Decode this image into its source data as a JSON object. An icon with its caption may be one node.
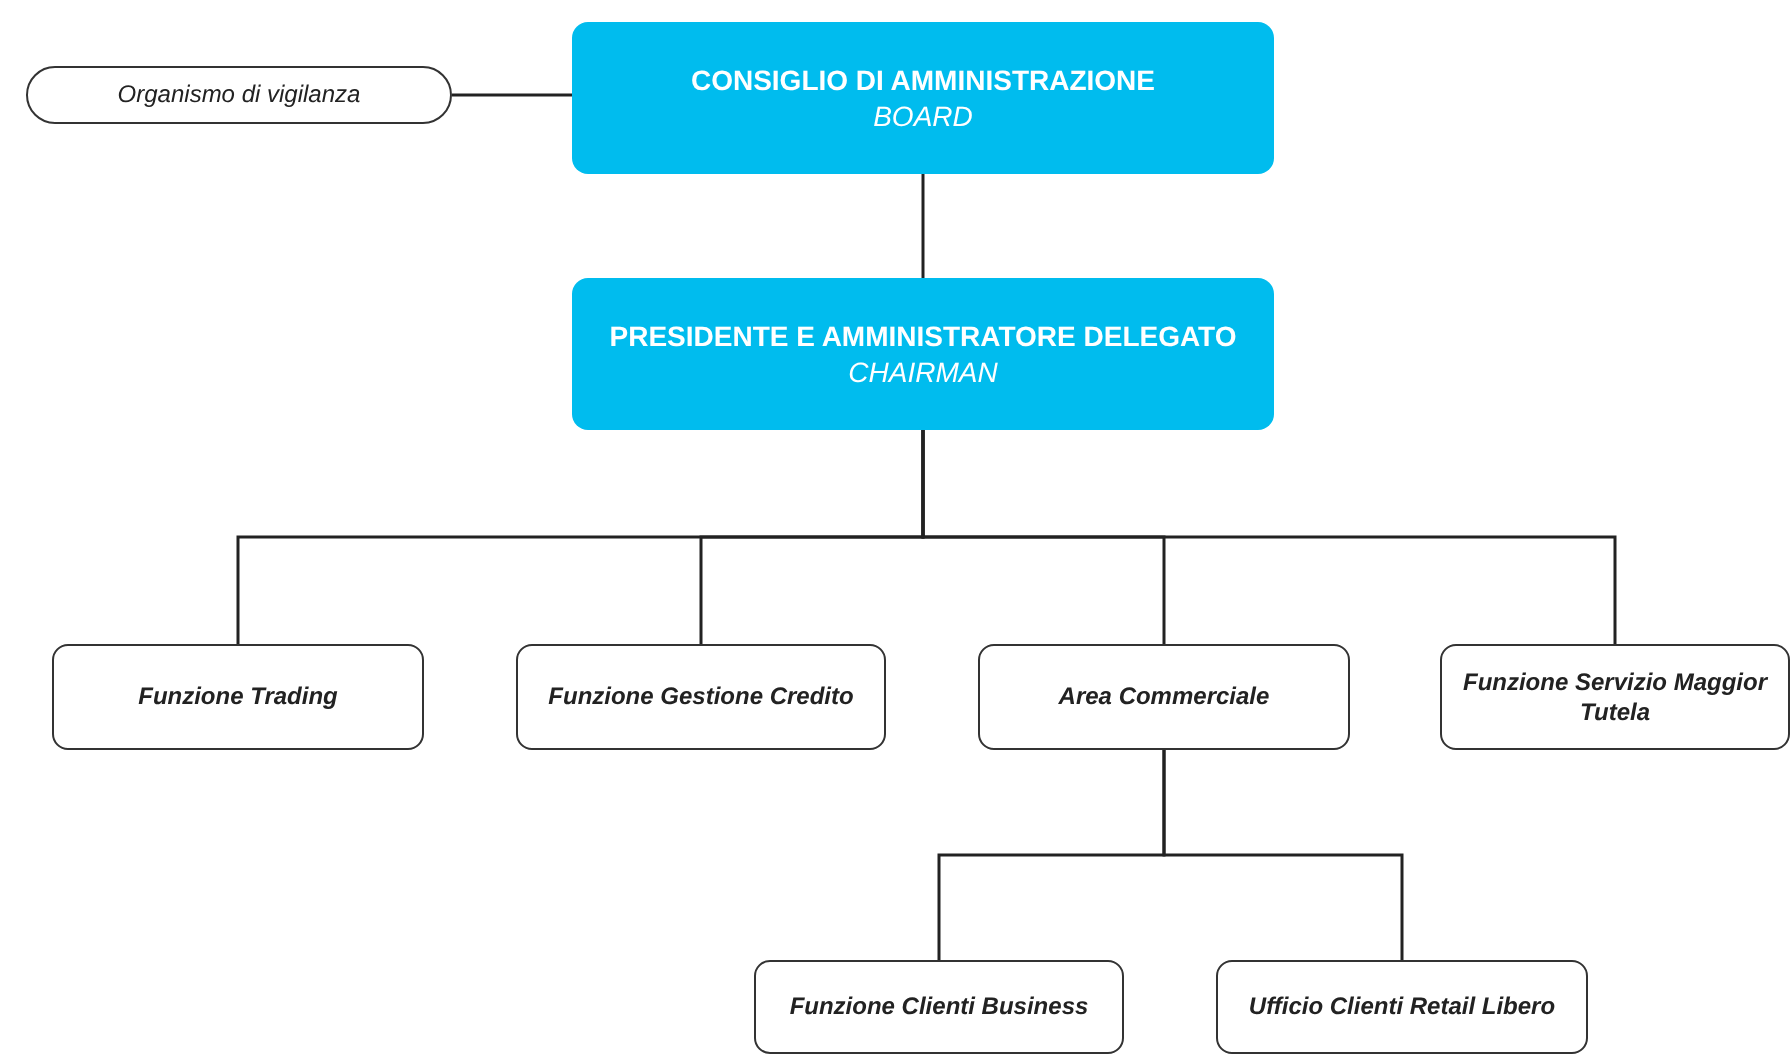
{
  "diagram": {
    "nodes": [
      {
        "text": [
          "Organismo di vigilanza"
        ]
      },
      {
        "text": [
          "CONSIGLIO DI AMMINISTRAZIONE",
          "BOARD"
        ]
      },
      {
        "text": [
          "PRESIDENTE E AMMINISTRATORE DELEGATO",
          "CHAIRMAN"
        ]
      },
      {
        "text": [
          "Funzione Trading"
        ]
      },
      {
        "text": [
          "Funzione Gestione Credito"
        ]
      },
      {
        "text": [
          "Area Commerciale"
        ]
      },
      {
        "text": [
          "Funzione Servizio Maggior Tutela"
        ]
      },
      {
        "text": [
          "Funzione Clienti Business"
        ]
      },
      {
        "text": [
          "Ufficio Clienti Retail Libero"
        ]
      }
    ],
    "edges": [
      {
        "from": 0,
        "to": 1,
        "arrow": "none"
      },
      {
        "from": 1,
        "to": 2,
        "arrow": "none"
      },
      {
        "from": 2,
        "to": 3,
        "arrow": "none"
      },
      {
        "from": 2,
        "to": 4,
        "arrow": "none"
      },
      {
        "from": 2,
        "to": 5,
        "arrow": "none"
      },
      {
        "from": 2,
        "to": 6,
        "arrow": "none"
      },
      {
        "from": 5,
        "to": 7,
        "arrow": "none"
      },
      {
        "from": 5,
        "to": 8,
        "arrow": "none"
      }
    ]
  }
}
